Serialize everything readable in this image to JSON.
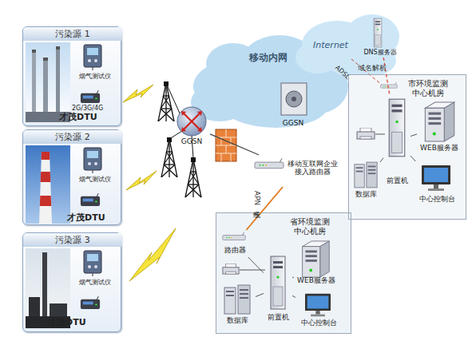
{
  "diagram": {
    "nodes": [
      {
        "text": [
          "污染源 1"
        ]
      },
      {
        "text": [
          "烟气测试仪"
        ],
        "in": 0
      },
      {
        "text": [
          "才茂DTU"
        ],
        "in": 0
      },
      {
        "text": [
          "污染源 2"
        ]
      },
      {
        "text": [
          "烟气测试仪"
        ],
        "in": 3
      },
      {
        "text": [
          "才茂DTU"
        ],
        "in": 3
      },
      {
        "text": [
          "污染源 3"
        ]
      },
      {
        "text": [
          "烟气测试仪"
        ],
        "in": 6
      },
      {
        "text": [
          "才茂DTU"
        ],
        "in": 6
      },
      {
        "text": [
          "移动内网"
        ]
      },
      {
        "text": [
          "GGSN"
        ]
      },
      {
        "text": [
          "GGSN"
        ],
        "in": 9
      },
      {
        "text": [
          "Internet"
        ]
      },
      {
        "text": [
          "DNS服务器"
        ]
      },
      {
        "text": [
          "移动互联网企业接入路由器"
        ]
      },
      {
        "text": [
          "市环境监测中心机房"
        ]
      },
      {
        "text": [
          "前置机"
        ],
        "in": 15
      },
      {
        "text": [
          "WEB服务器"
        ],
        "in": 15
      },
      {
        "text": [
          "数据库"
        ],
        "in": 15
      },
      {
        "text": [
          "中心控制台"
        ],
        "in": 15
      },
      {
        "text": [
          "省环境监测中心机房"
        ]
      },
      {
        "text": [
          "路由器"
        ],
        "in": 20
      },
      {
        "text": [
          "前置机"
        ],
        "in": 20
      },
      {
        "text": [
          "WEB服务器"
        ],
        "in": 20
      },
      {
        "text": [
          "数据库"
        ],
        "in": 20
      },
      {
        "text": [
          "中心控制台"
        ],
        "in": 20
      }
    ],
    "edges": [
      {
        "from": 10,
        "to": 14,
        "arrow": "none"
      },
      {
        "from": 14,
        "to": 21,
        "arrow": "none",
        "label": "APN专线"
      },
      {
        "from": 13,
        "to": 16,
        "arrow": "none",
        "label": "域名解析"
      },
      {
        "from": 16,
        "to": 17,
        "arrow": "none"
      },
      {
        "from": 16,
        "to": 18,
        "arrow": "none"
      },
      {
        "from": 16,
        "to": 19,
        "arrow": "none"
      },
      {
        "from": 21,
        "to": 22,
        "arrow": "none"
      },
      {
        "from": 22,
        "to": 23,
        "arrow": "none"
      },
      {
        "from": 22,
        "to": 24,
        "arrow": "none"
      },
      {
        "from": 22,
        "to": 25,
        "arrow": "none"
      }
    ],
    "labels": [
      "2G/3G/4G",
      "ADSL"
    ]
  }
}
